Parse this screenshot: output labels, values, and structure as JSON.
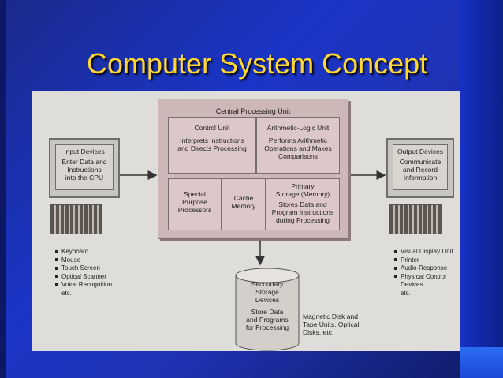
{
  "slide": {
    "title": "Computer System Concept"
  },
  "diagram": {
    "cpu": {
      "title": "Central Processing Unit",
      "control_unit": {
        "name": "Control Unit",
        "desc": [
          "Interprets Instructions",
          "and Directs Processing"
        ]
      },
      "alu": {
        "name": "Arithmetic-Logic Unit",
        "desc": [
          "Performs Arithmetic",
          "Operations and Makes",
          "Comparisons"
        ]
      },
      "special": [
        "Special",
        "Purpose",
        "Processors"
      ],
      "cache": [
        "Cache",
        "Memory"
      ],
      "primary": {
        "name": [
          "Primary",
          "Storage (Memory)"
        ],
        "desc": [
          "Stores Data and",
          "Program Instructions",
          "during Processing"
        ]
      }
    },
    "input": {
      "box": [
        "Input Devices",
        "Enter Data and",
        "Instructions",
        "into the CPU"
      ],
      "items": [
        "Keyboard",
        "Mouse",
        "Touch Screen",
        "Optical Scanner",
        "Voice Recognition"
      ],
      "etc": "etc."
    },
    "output": {
      "box": [
        "Output Devices",
        "Communicate",
        "and Record",
        "Information"
      ],
      "items": [
        "Visual Display Unit",
        "Printer",
        "Audio-Response",
        "Physical Control"
      ],
      "cont": "Devices",
      "etc": "etc."
    },
    "secondary": {
      "lines": [
        "Secondary",
        "Storage",
        "Devices",
        "Store Data",
        "and Programs",
        "for Processing"
      ],
      "note": [
        "Magnetic Disk and",
        "Tape Units, Optical",
        "Disks, etc."
      ]
    }
  }
}
